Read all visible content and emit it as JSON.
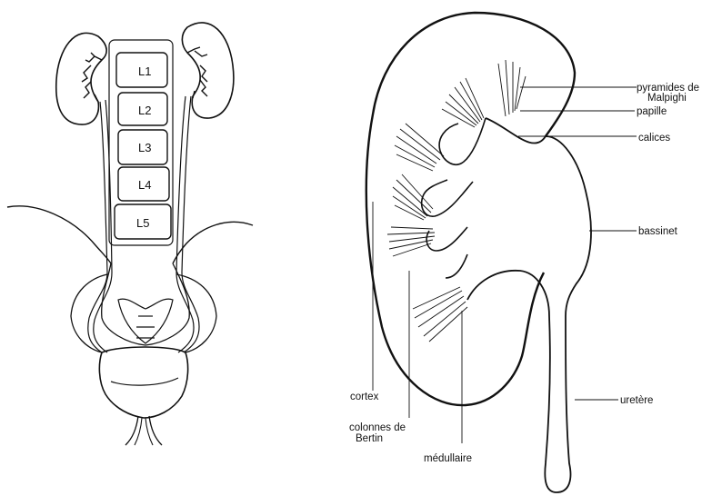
{
  "left_figure": {
    "vertebrae": [
      "L1",
      "L2",
      "L3",
      "L4",
      "L5"
    ]
  },
  "right_figure": {
    "labels": {
      "pyramides_line1": "pyramides de",
      "pyramides_line2": "Malpighi",
      "papille": "papille",
      "calices": "calices",
      "bassinet": "bassinet",
      "cortex": "cortex",
      "colonnes_line1": "colonnes de",
      "colonnes_line2": "Bertin",
      "medullaire": "médullaire",
      "uretere": "uretère"
    }
  }
}
